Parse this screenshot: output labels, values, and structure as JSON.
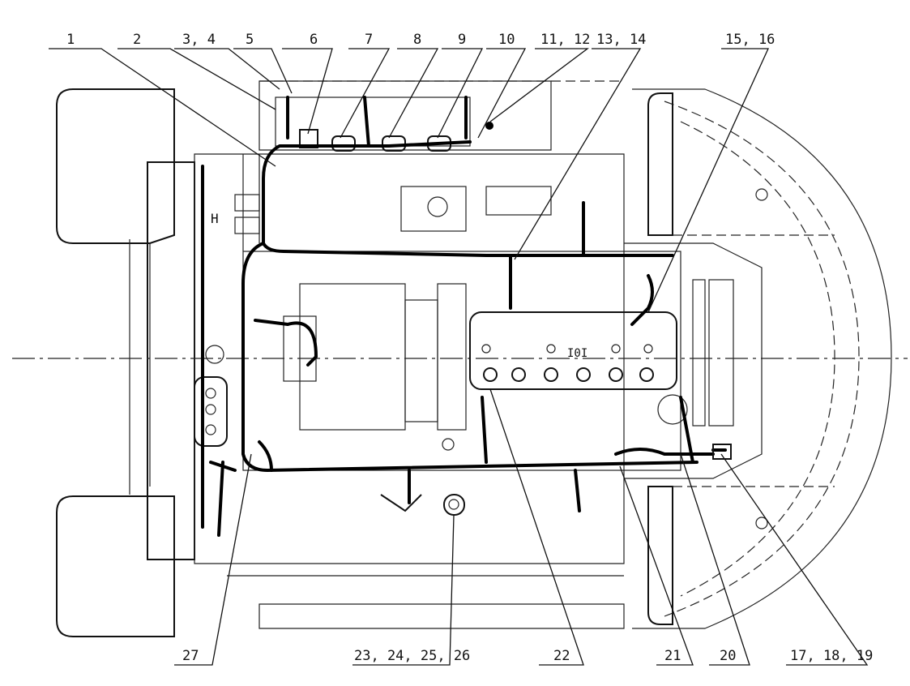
{
  "callouts_top": [
    "1",
    "2",
    "3, 4",
    "5",
    "6",
    "7",
    "8",
    "9",
    "10",
    "11, 12",
    "13, 14",
    "15, 16"
  ],
  "callouts_bottom": [
    "27",
    "23, 24, 25, 26",
    "22",
    "21",
    "20",
    "17, 18, 19"
  ],
  "icons": [
    "engine-harness-layout-drawing"
  ]
}
